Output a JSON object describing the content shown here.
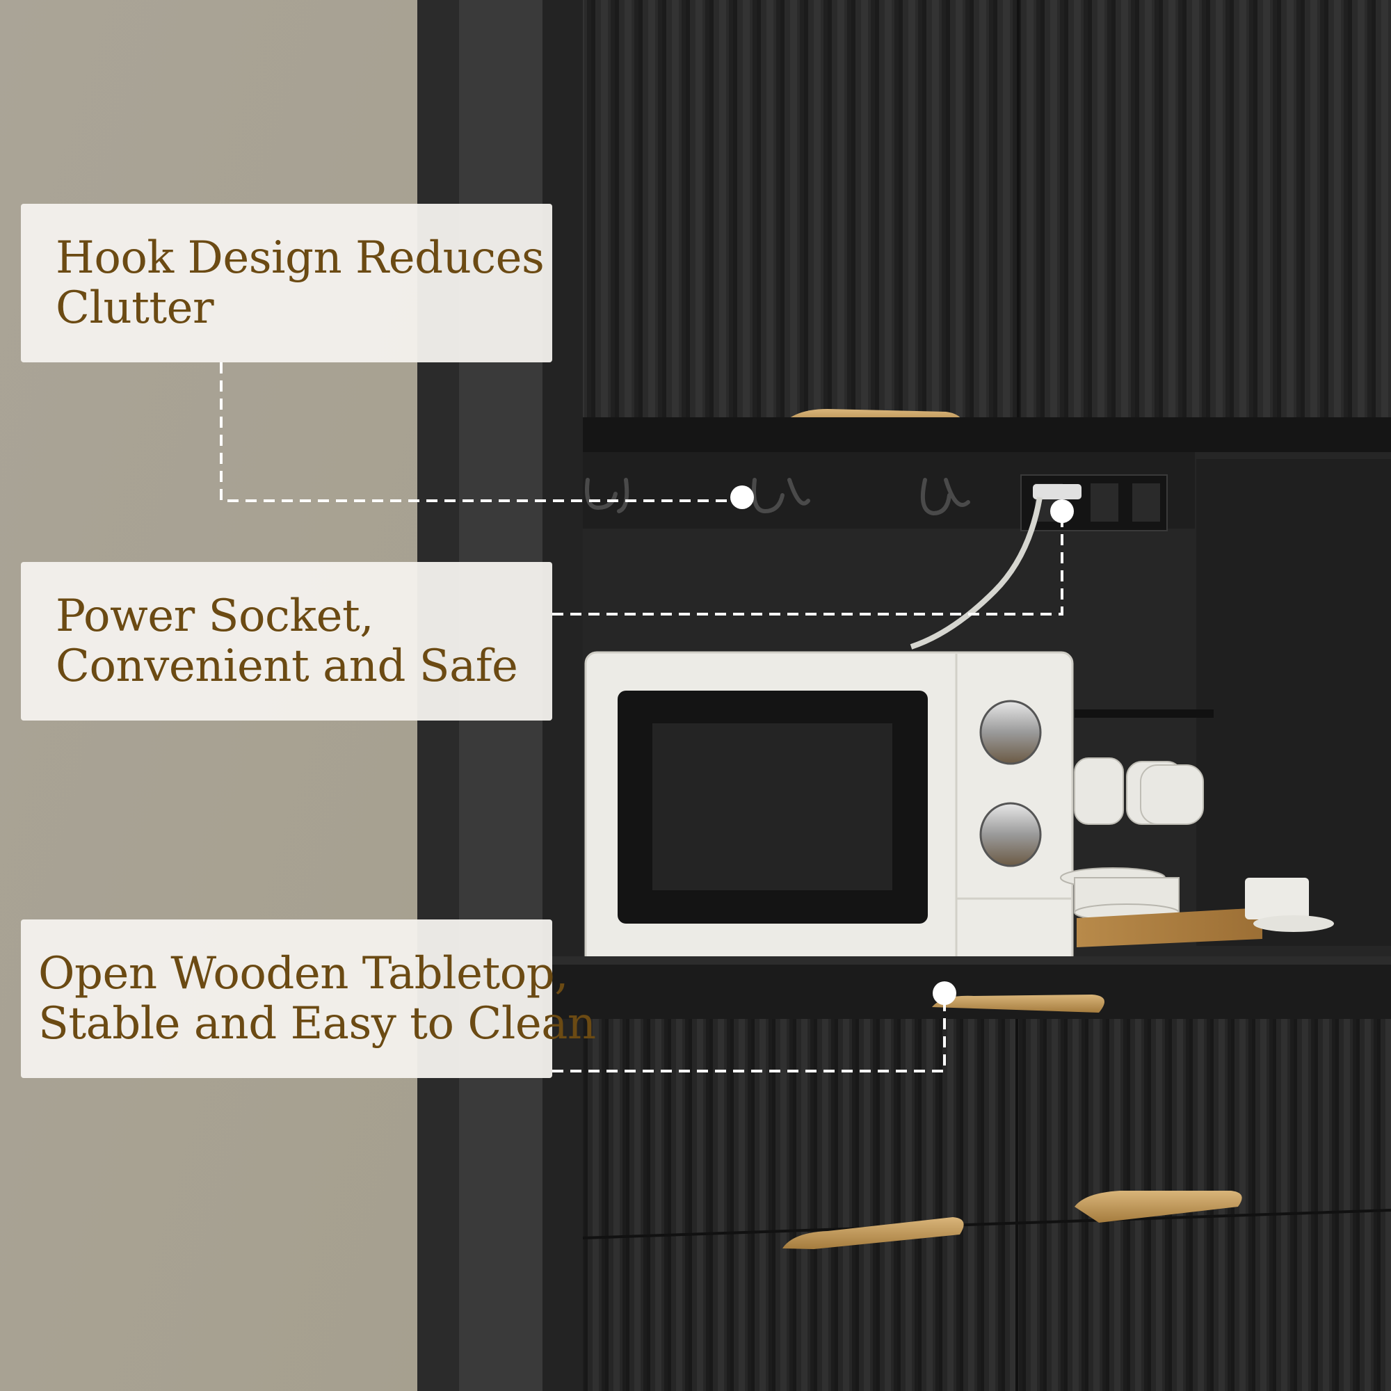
{
  "colors": {
    "wall": "#a9a394",
    "cabinet": "#242424",
    "gold_handle": "#c29a58",
    "card_bg": "#f4f2ee",
    "card_text": "#6b4a13",
    "connector": "#ffffff"
  },
  "callouts": [
    {
      "id": "hooks",
      "lines": [
        "Hook Design Reduces",
        "Clutter"
      ]
    },
    {
      "id": "socket",
      "lines": [
        "Power Socket,",
        "Convenient and Safe"
      ]
    },
    {
      "id": "tabletop",
      "lines": [
        "Open Wooden Tabletop,",
        "Stable and Easy to Clean"
      ]
    }
  ]
}
